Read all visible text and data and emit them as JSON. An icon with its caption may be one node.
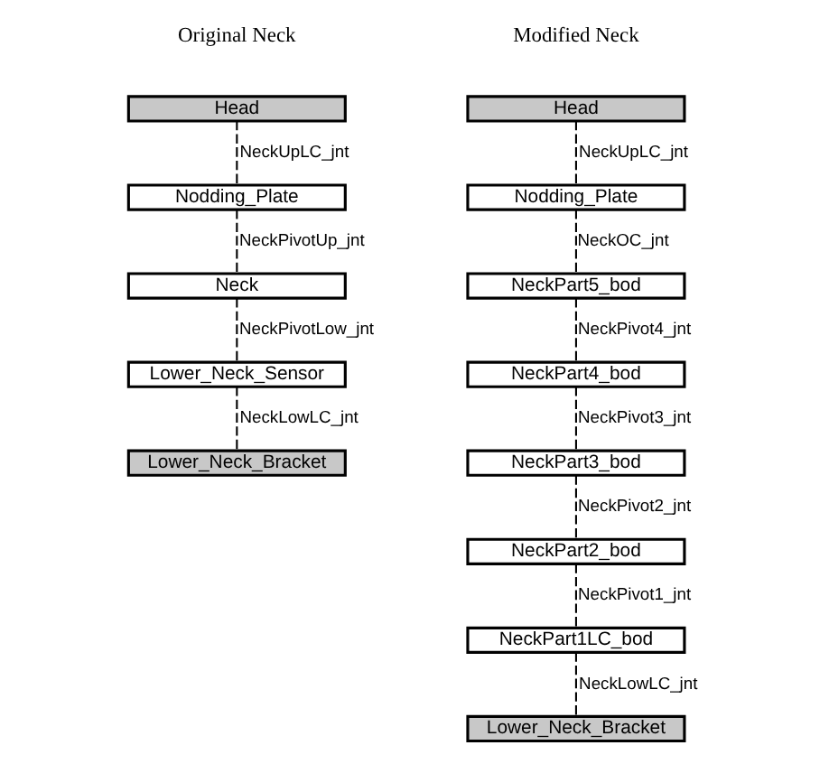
{
  "diagram": {
    "nodes": [
      {
        "text": [
          "Head"
        ]
      },
      {
        "text": [
          "Nodding_Plate"
        ]
      },
      {
        "text": [
          "Neck"
        ]
      },
      {
        "text": [
          "Lower_Neck_Sensor"
        ]
      },
      {
        "text": [
          "Lower_Neck_Bracket"
        ]
      },
      {
        "text": [
          "Head"
        ]
      },
      {
        "text": [
          "Nodding_Plate"
        ]
      },
      {
        "text": [
          "NeckPart5_bod"
        ]
      },
      {
        "text": [
          "NeckPart4_bod"
        ]
      },
      {
        "text": [
          "NeckPart3_bod"
        ]
      },
      {
        "text": [
          "NeckPart2_bod"
        ]
      },
      {
        "text": [
          "NeckPart1LC_bod"
        ]
      },
      {
        "text": [
          "Lower_Neck_Bracket"
        ]
      }
    ],
    "edges": [
      {
        "from": 0,
        "to": 1,
        "arrow": "none",
        "style": "dashed",
        "label": "NeckUpLC_jnt"
      },
      {
        "from": 1,
        "to": 2,
        "arrow": "none",
        "style": "dashed",
        "label": "NeckPivotUp_jnt"
      },
      {
        "from": 2,
        "to": 3,
        "arrow": "none",
        "style": "dashed",
        "label": "NeckPivotLow_jnt"
      },
      {
        "from": 3,
        "to": 4,
        "arrow": "none",
        "style": "dashed",
        "label": "NeckLowLC_jnt"
      },
      {
        "from": 5,
        "to": 6,
        "arrow": "none",
        "style": "dashed",
        "label": "NeckUpLC_jnt"
      },
      {
        "from": 6,
        "to": 7,
        "arrow": "none",
        "style": "dashed",
        "label": "NeckOC_jnt"
      },
      {
        "from": 7,
        "to": 8,
        "arrow": "none",
        "style": "dashed",
        "label": "NeckPivot4_jnt"
      },
      {
        "from": 8,
        "to": 9,
        "arrow": "none",
        "style": "dashed",
        "label": "NeckPivot3_jnt"
      },
      {
        "from": 9,
        "to": 10,
        "arrow": "none",
        "style": "dashed",
        "label": "NeckPivot2_jnt"
      },
      {
        "from": 10,
        "to": 11,
        "arrow": "none",
        "style": "dashed",
        "label": "NeckPivot1_jnt"
      },
      {
        "from": 11,
        "to": 12,
        "arrow": "none",
        "style": "dashed",
        "label": "NeckLowLC_jnt"
      }
    ],
    "labels": [
      "Original Neck",
      "Modified Neck"
    ]
  }
}
